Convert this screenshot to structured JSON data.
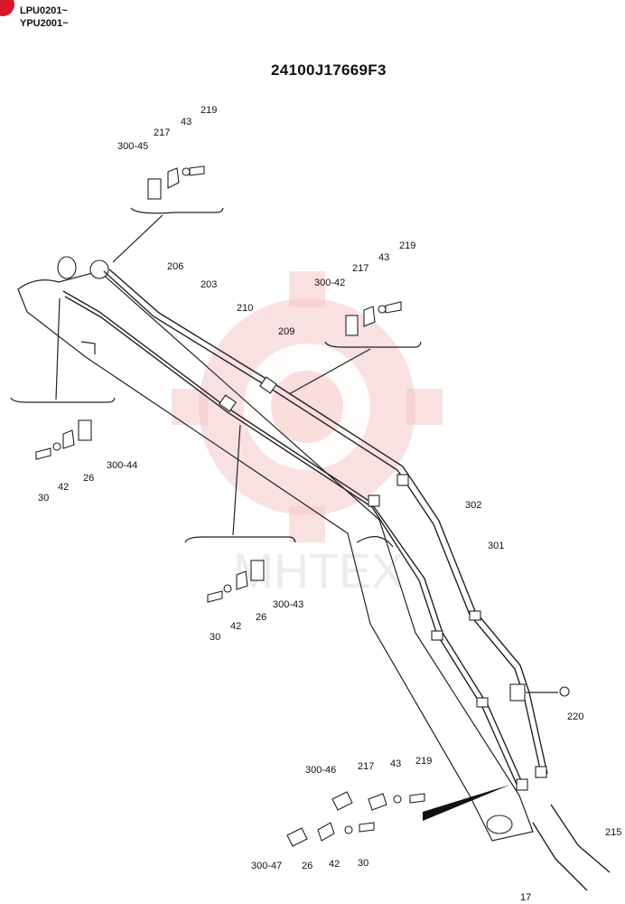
{
  "header": {
    "serial_1": "LPU0201~",
    "serial_2": "YPU2001~",
    "title": "24100J17669F3"
  },
  "watermark": {
    "text": "MHTEX",
    "gear_color": "#f6c8c8",
    "corner_color": "#d8182a"
  },
  "labels": {
    "top_group": {
      "p219": "219",
      "p43": "43",
      "p217": "217",
      "p300_45": "300-45"
    },
    "right_group": {
      "p219": "219",
      "p43": "43",
      "p217": "217",
      "p300_42": "300-42"
    },
    "pipes": {
      "p206": "206",
      "p203": "203",
      "p210": "210",
      "p209": "209",
      "p302": "302",
      "p301": "301",
      "p220": "220",
      "p215": "215",
      "p17": "17"
    },
    "left_group": {
      "p300_44": "300-44",
      "p26": "26",
      "p42": "42",
      "p30": "30"
    },
    "mid_group": {
      "p300_43": "300-43",
      "p26": "26",
      "p42": "42",
      "p30": "30"
    },
    "bottom_group_upper": {
      "p300_46": "300-46",
      "p217": "217",
      "p43": "43",
      "p219": "219"
    },
    "bottom_group_lower": {
      "p300_47": "300-47",
      "p26": "26",
      "p42": "42",
      "p30": "30"
    }
  }
}
